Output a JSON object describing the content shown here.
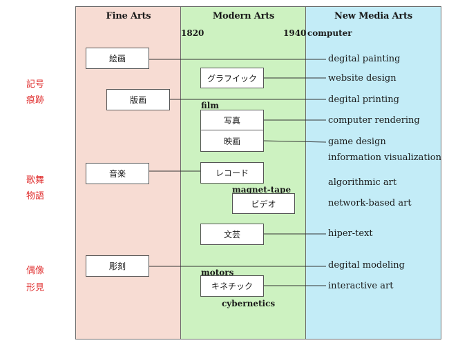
{
  "columns": {
    "fine": "Fine Arts",
    "modern": "Modern Arts",
    "media": "New Media Arts"
  },
  "timeline": {
    "start": "1820",
    "end": "1940",
    "end_label": "computer"
  },
  "side_labels": [
    "記号",
    "痕跡",
    "歌舞",
    "物語",
    "偶像",
    "形見"
  ],
  "fine_boxes": [
    "絵画",
    "版画",
    "音楽",
    "彫刻"
  ],
  "modern_boxes": [
    "グラフイック",
    "写真",
    "映画",
    "レコード",
    "ビデオ",
    "文芸",
    "キネチック"
  ],
  "tech_labels": {
    "film": "film",
    "magnet_tape": "magnet-tape",
    "motors": "motors",
    "cybernetics": "cybernetics"
  },
  "media_items": [
    "degital painting",
    "website design",
    "degital printing",
    "computer rendering",
    "game design",
    "information visualization",
    "algorithmic art",
    "network-based art",
    "hiper-text",
    "degital modeling",
    "interactive art"
  ]
}
